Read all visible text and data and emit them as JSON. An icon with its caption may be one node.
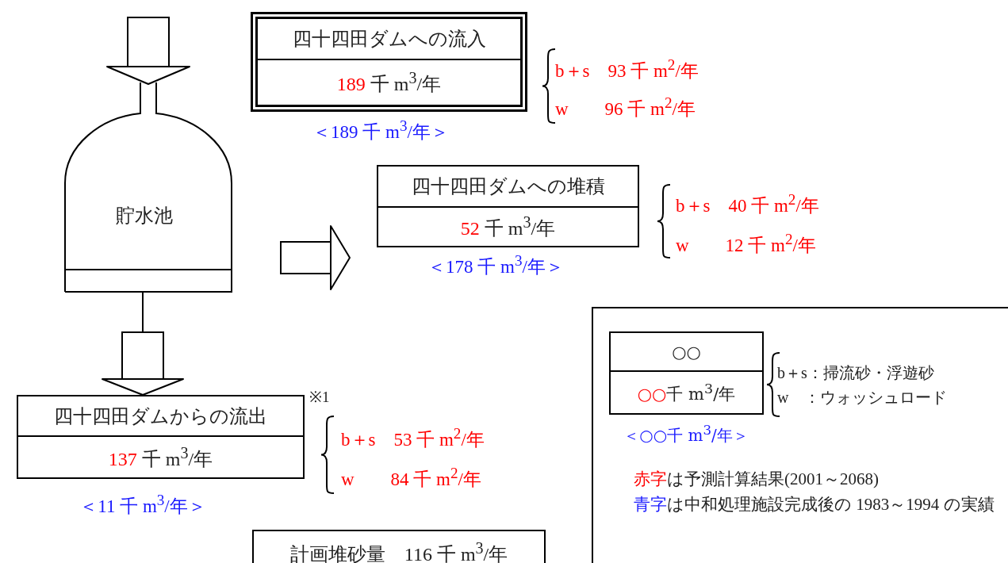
{
  "diagram": {
    "nodes": [
      {
        "text": [
          "貯水池"
        ]
      },
      {
        "text": [
          "四十四田ダムへの流入",
          "189",
          "千 m$^{3}$/年"
        ],
        "beside": [
          "＜189 千 m$^{3}$/年＞",
          "b＋s　93 千 m$^{2}$/年",
          "w　　96 千 m$^{2}$/年"
        ]
      },
      {
        "text": [
          "四十四田ダムへの堆積",
          "52",
          "千 m$^{3}$/年"
        ],
        "beside": [
          "＜178 千 m$^{3}$/年＞",
          "b＋s　40 千 m$^{2}$/年",
          "w　　12 千 m$^{2}$/年"
        ]
      },
      {
        "text": [
          "四十四田ダムからの流出",
          "137",
          "千 m$^{3}$/年"
        ],
        "beside": [
          "※1",
          "b＋s　53 千 m$^{2}$/年",
          "w　　84 千 m$^{2}$/年",
          "＜11 千 m$^{3}$/年＞"
        ]
      },
      {
        "text": [
          "計画堆砂量　116 千 m$^{3}$/年"
        ]
      },
      {
        "text": [
          "赤字",
          "は予測計算結果(2001～2068)",
          "青字",
          "は中和処理施設完成後の 1983～1994 の実績"
        ]
      },
      {
        "text": [
          "○○",
          "○○",
          "千 m$^{3}$/年"
        ],
        "beside": [
          "＜○○千 m$^{3}$/年＞",
          "b＋s：掃流砂・浮遊砂",
          "w　：ウォッシュロード"
        ],
        "in": 5
      }
    ],
    "edges": [
      {
        "from": null,
        "to": 0,
        "arrow": "to"
      },
      {
        "from": 0,
        "to": 2,
        "arrow": "to"
      },
      {
        "from": 0,
        "to": 3,
        "arrow": "to"
      }
    ]
  }
}
